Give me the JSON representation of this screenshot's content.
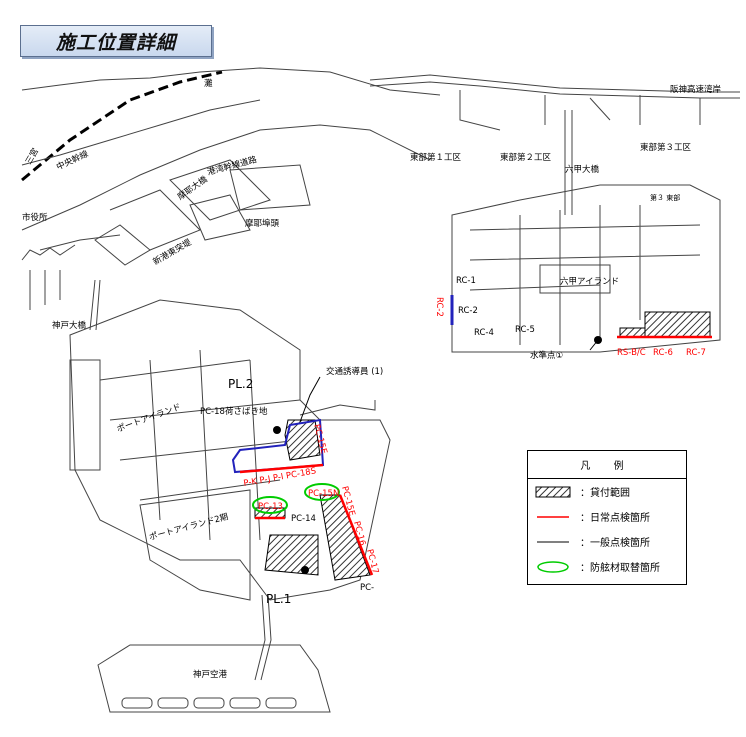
{
  "title": "施工位置詳細",
  "colors": {
    "daily_inspection": "#ff0000",
    "general_inspection": "#000000",
    "fender_replacement": "#00cc00",
    "blue_section": "#2222bb"
  },
  "map": {
    "places": {
      "nada": "灘",
      "kobe_line": "阪神高速湾岸",
      "higashi1": "東部第１工区",
      "higashi2": "東部第２工区",
      "higashi3": "東部第３工区",
      "rokko_bridge": "六甲大橋",
      "sannomiya": "三宮",
      "chuo_kanbashi": "中央幹線",
      "shiyakusho": "市役所",
      "minato_kanbashi": "港湾幹線道路",
      "maya_bridge": "摩耶大橋",
      "maya_futo": "摩耶埠頭",
      "shinko_higashi": "新港東突堤",
      "kobe_bridge": "神戸大橋",
      "port_island": "ポートアイランド",
      "port_island2": "ポートアイランド2期",
      "rokko_island": "六甲アイランド",
      "kotsu_yudo": "交通誘導員 (1)",
      "sabaki": "PC-18荷さばき地",
      "airport": "神戸空港",
      "pl1": "PL.1",
      "pl2": "PL.2",
      "suijunten": "水準点①"
    },
    "labels": {
      "rc1": "RC-1",
      "rc2": "RC-2",
      "rc2_side": "RC-2",
      "rc4": "RC-4",
      "rc5": "RC-5",
      "rsbc": "RS-B/C",
      "rc6": "RC-6",
      "rc7": "RC-7",
      "pc15e_top": "PC-15E",
      "pk_pj": "P-K P-J P-I PC-18S",
      "pc13": "PC-13",
      "pc14": "PC-14",
      "pc15n": "PC-15N",
      "pc15e": "PC-15E",
      "pc16": "PC-16",
      "pc17": "PC-17",
      "pc_small": "PC-",
      "east_small": "第３ 東部"
    }
  },
  "legend": {
    "title": "凡 例",
    "items": [
      {
        "label": "：貸付範囲"
      },
      {
        "label": "：日常点検箇所"
      },
      {
        "label": "：一般点検箇所"
      },
      {
        "label": "：防舷材取替箇所"
      }
    ]
  }
}
